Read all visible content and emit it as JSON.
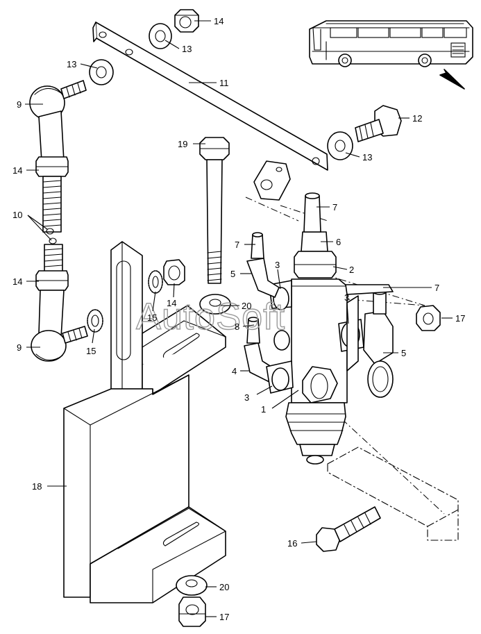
{
  "watermark": "AutoSoft",
  "callouts": [
    {
      "id": "c14a",
      "text": "14"
    },
    {
      "id": "c13a",
      "text": "13"
    },
    {
      "id": "c13b",
      "text": "13"
    },
    {
      "id": "c11",
      "text": "11"
    },
    {
      "id": "c9a",
      "text": "9"
    },
    {
      "id": "c14b",
      "text": "14"
    },
    {
      "id": "c10",
      "text": "10"
    },
    {
      "id": "c14c",
      "text": "14"
    },
    {
      "id": "c9b",
      "text": "9"
    },
    {
      "id": "c15a",
      "text": "15"
    },
    {
      "id": "c15b",
      "text": "15"
    },
    {
      "id": "c14d",
      "text": "14"
    },
    {
      "id": "c19",
      "text": "19"
    },
    {
      "id": "c20a",
      "text": "20"
    },
    {
      "id": "c12",
      "text": "12"
    },
    {
      "id": "c13c",
      "text": "13"
    },
    {
      "id": "c7a",
      "text": "7"
    },
    {
      "id": "c6",
      "text": "6"
    },
    {
      "id": "c7b",
      "text": "7"
    },
    {
      "id": "c5a",
      "text": "5"
    },
    {
      "id": "c3a",
      "text": "3"
    },
    {
      "id": "c2",
      "text": "2"
    },
    {
      "id": "c7c",
      "text": "7"
    },
    {
      "id": "c3b",
      "text": "3"
    },
    {
      "id": "c17a",
      "text": "17"
    },
    {
      "id": "c8",
      "text": "8"
    },
    {
      "id": "c5b",
      "text": "5"
    },
    {
      "id": "c4",
      "text": "4"
    },
    {
      "id": "c3c",
      "text": "3"
    },
    {
      "id": "c1",
      "text": "1"
    },
    {
      "id": "c18",
      "text": "18"
    },
    {
      "id": "c16",
      "text": "16"
    },
    {
      "id": "c20b",
      "text": "20"
    },
    {
      "id": "c17b",
      "text": "17"
    }
  ]
}
